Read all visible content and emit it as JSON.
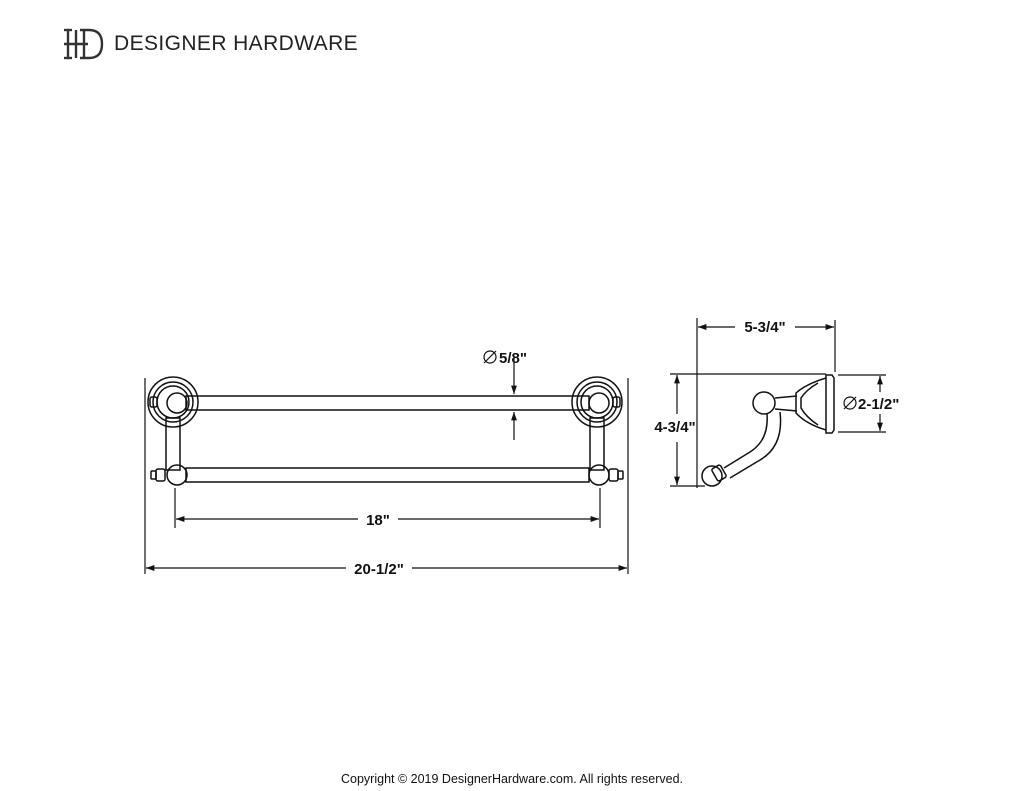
{
  "header": {
    "logo_icon": "dh-monogram-logo",
    "logo_monogram": "DH",
    "brand_name": "DESIGNER HARDWARE"
  },
  "drawing": {
    "front_view": {
      "bar_diameter": "5/8\"",
      "inner_width": "18\"",
      "overall_width": "20-1/2\""
    },
    "side_view": {
      "projection": "5-3/4\"",
      "height": "4-3/4\"",
      "base_diameter": "2-1/2\""
    }
  },
  "footer": {
    "copyright": "Copyright © 2019 DesignerHardware.com. All rights reserved."
  }
}
